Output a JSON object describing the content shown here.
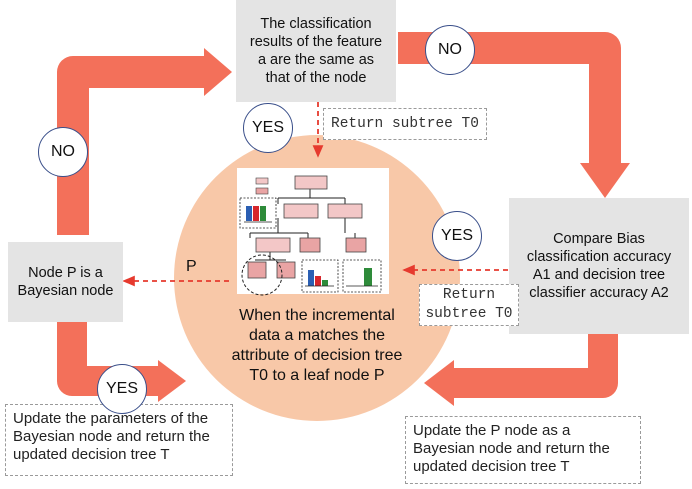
{
  "nodes": {
    "top": "The classification results of the feature a are the same as that of the node",
    "left": "Node P is a Bayesian node",
    "right": "Compare Bias classification accuracy A1 and decision tree classifier accuracy A2",
    "center": "When the incremental data a matches the attribute of decision tree T0 to a leaf node P"
  },
  "outputs": {
    "bottom_left": "Update the parameters of the Bayesian node and return the updated decision tree T",
    "bottom_right": "Update the P node as a Bayesian node and return the updated decision tree T"
  },
  "labels": {
    "no_left": "NO",
    "no_right": "NO",
    "yes_top": "YES",
    "yes_right": "YES",
    "yes_bottom": "YES",
    "return_top": "Return subtree T0",
    "return_right_1": "Return",
    "return_right_2": "subtree T0",
    "p": "P"
  },
  "colors": {
    "arrow": "#f3705a",
    "circle": "#f8c8a8",
    "box": "#e4e4e4",
    "dashed_arrow": "#e63a2e"
  },
  "icons": {
    "tree_figure": "decision-tree-diagram-icon"
  }
}
